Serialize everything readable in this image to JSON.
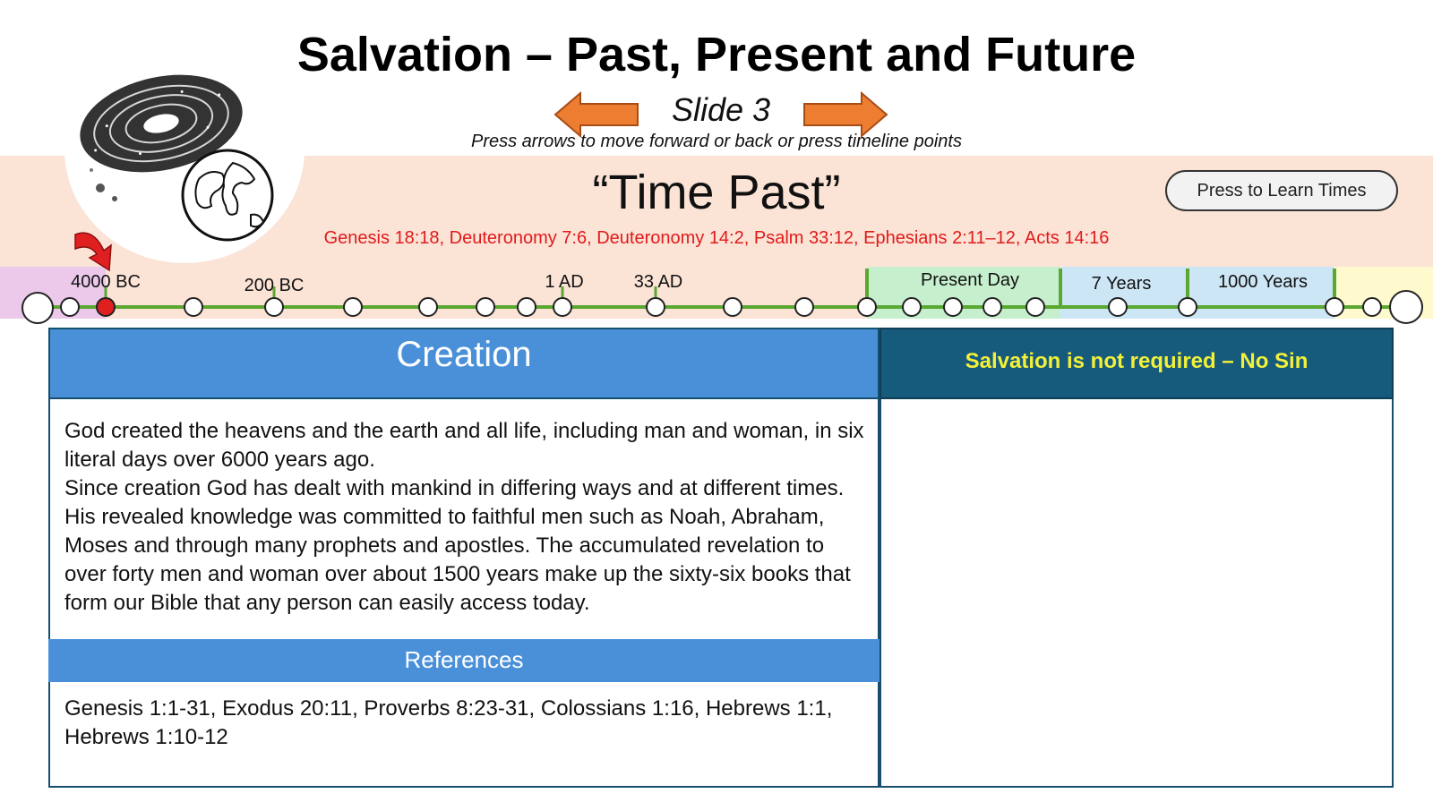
{
  "header": {
    "title": "Salvation – Past, Present and Future",
    "slide_label": "Slide 3",
    "instructions": "Press arrows to move forward or back or press timeline points"
  },
  "nav": {
    "back_icon": "arrow-left-icon",
    "forward_icon": "arrow-right-icon",
    "arrow_color": "#ed7d31"
  },
  "era": {
    "title": "“Time Past”",
    "references": "Genesis 18:18, Deuteronomy 7:6, Deuteronomy 14:2, Psalm 33:12, Ephesians 2:11–12, Acts 14:16",
    "learn_button": "Press to Learn Times",
    "band_color": "#fbe3d6",
    "illustration": "galaxy-and-earth-icon"
  },
  "timeline": {
    "labels": [
      "4000 BC",
      "200 BC",
      "1 AD",
      "33 AD",
      "Present Day",
      "7 Years",
      "1000 Years"
    ],
    "current_marker": "4000 BC",
    "colors": {
      "line": "#5aa832",
      "current": "#e02020",
      "past_band": "#fbe3d6",
      "creation_band": "#ecc8ea",
      "present_band": "#c6efce",
      "tribulation_band": "#cde6f5",
      "future_band": "#fffacd"
    }
  },
  "left": {
    "title": "Creation",
    "paragraph1": "God created  the heavens and the earth and all life, including man and woman, in six literal days over 6000 years ago.",
    "paragraph2": "Since creation God has dealt with mankind in differing ways and at different times. His revealed knowledge was committed to faithful men such as Noah, Abraham, Moses and through many prophets and apostles.  The accumulated revelation to over forty men and woman over about 1500 years make up the sixty-six books that form our Bible that any person can easily access today.",
    "references_title": "References",
    "references": "Genesis 1:1-31, Exodus 20:11, Proverbs 8:23-31, Colossians 1:16, Hebrews 1:1, Hebrews 1:10-12"
  },
  "right": {
    "title": "Salvation is not required – No Sin",
    "title_color": "#f3f03a"
  }
}
